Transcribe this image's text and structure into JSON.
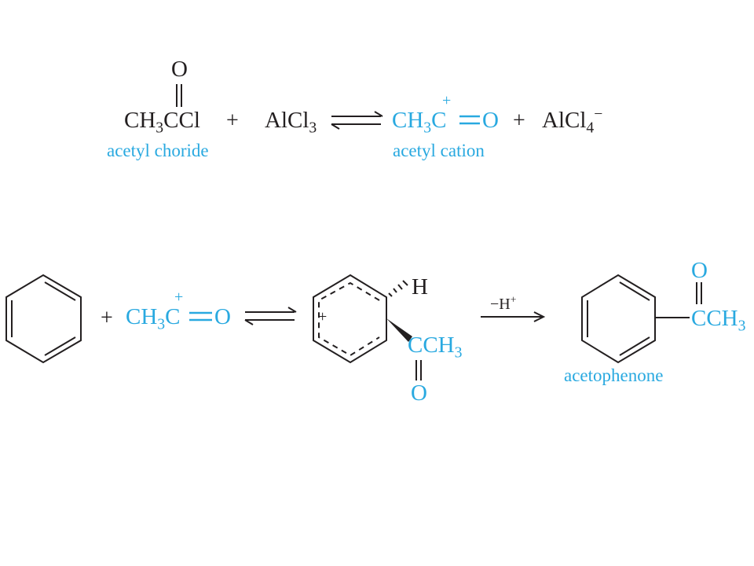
{
  "colors": {
    "ink": "#231f20",
    "accent": "#29a9e0"
  },
  "reaction1": {
    "reactant_o": "O",
    "reactant_main": "CH",
    "reactant_sub": "3",
    "reactant_tail": "CCl",
    "plus1": "+",
    "reagent_main": "AlCl",
    "reagent_sub": "3",
    "cation_charge": "+",
    "cation_main": "CH",
    "cation_sub": "3",
    "cation_c": "C",
    "cation_o": "O",
    "plus2": "+",
    "anion_main": "AlCl",
    "anion_sub": "4",
    "anion_charge": "−",
    "label_reactant": "acetyl choride",
    "label_cation": "acetyl cation"
  },
  "reaction2": {
    "plus": "+",
    "cation_charge": "+",
    "cation_main": "CH",
    "cation_sub": "3",
    "cation_c": "C",
    "cation_o": "O",
    "intermediate_h": "H",
    "intermediate_ring_charge": "+",
    "intermediate_group_main": "CCH",
    "intermediate_group_sub": "3",
    "intermediate_o": "O",
    "arrow_label_main": "−H",
    "arrow_label_charge": "+",
    "product_o": "O",
    "product_group_main": "CCH",
    "product_group_sub": "3",
    "product_label": "acetophenone"
  }
}
